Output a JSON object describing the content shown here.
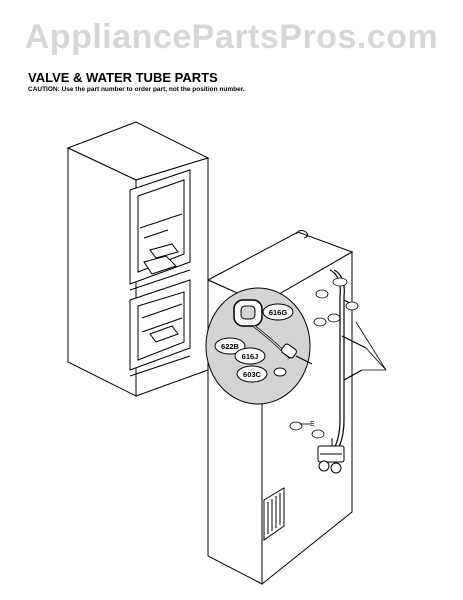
{
  "watermark": "AppliancePartsPros.com",
  "header": {
    "title": "VALVE & WATER TUBE PARTS",
    "caution": "CAUTION: Use the part number to order part, not the position number."
  },
  "callouts": {
    "c616G": "616G",
    "c622B": "622B",
    "c616J": "616J",
    "c603C": "603C",
    "cE": "E"
  },
  "colors": {
    "line": "#000000",
    "fill": "#ffffff",
    "zoom_fill": "#d4d4d4",
    "watermark": "#d6d6d6"
  }
}
